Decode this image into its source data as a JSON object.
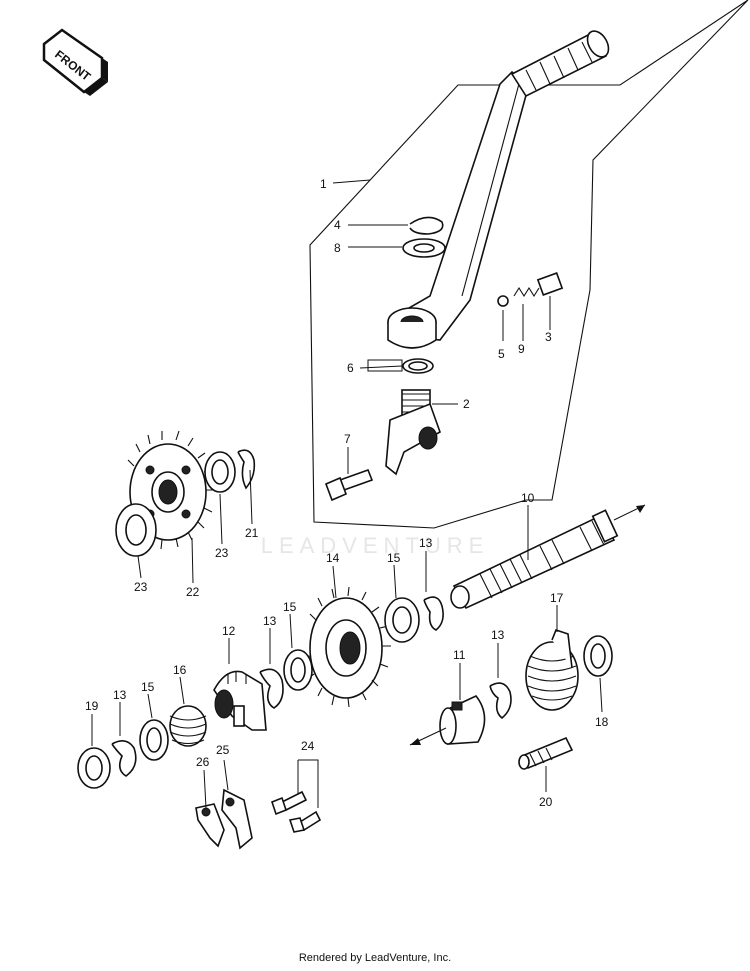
{
  "front_arrow_label": "FRONT",
  "watermark": "LEADVENTURE",
  "footer": "Rendered by LeadVenture, Inc.",
  "callouts": [
    {
      "id": "c1",
      "text": "1"
    },
    {
      "id": "c2",
      "text": "2"
    },
    {
      "id": "c3",
      "text": "3"
    },
    {
      "id": "c4",
      "text": "4"
    },
    {
      "id": "c5",
      "text": "5"
    },
    {
      "id": "c6",
      "text": "6"
    },
    {
      "id": "c7",
      "text": "7"
    },
    {
      "id": "c8",
      "text": "8"
    },
    {
      "id": "c9",
      "text": "9"
    },
    {
      "id": "c10",
      "text": "10"
    },
    {
      "id": "c11",
      "text": "11"
    },
    {
      "id": "c12",
      "text": "12"
    },
    {
      "id": "c13a",
      "text": "13"
    },
    {
      "id": "c13b",
      "text": "13"
    },
    {
      "id": "c13c",
      "text": "13"
    },
    {
      "id": "c13d",
      "text": "13"
    },
    {
      "id": "c14",
      "text": "14"
    },
    {
      "id": "c15a",
      "text": "15"
    },
    {
      "id": "c15b",
      "text": "15"
    },
    {
      "id": "c15c",
      "text": "15"
    },
    {
      "id": "c16",
      "text": "16"
    },
    {
      "id": "c17",
      "text": "17"
    },
    {
      "id": "c18",
      "text": "18"
    },
    {
      "id": "c19",
      "text": "19"
    },
    {
      "id": "c20",
      "text": "20"
    },
    {
      "id": "c21",
      "text": "21"
    },
    {
      "id": "c22",
      "text": "22"
    },
    {
      "id": "c23a",
      "text": "23"
    },
    {
      "id": "c23b",
      "text": "23"
    },
    {
      "id": "c24",
      "text": "24"
    },
    {
      "id": "c25",
      "text": "25"
    },
    {
      "id": "c26",
      "text": "26"
    }
  ]
}
